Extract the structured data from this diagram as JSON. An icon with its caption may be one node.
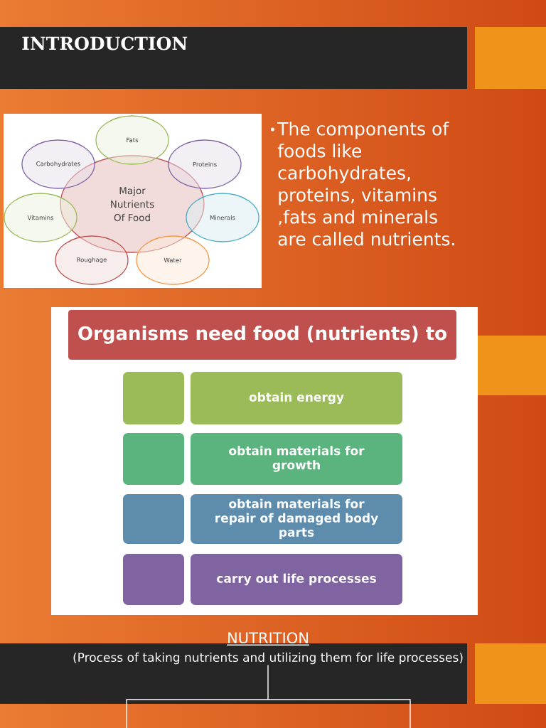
{
  "diagram": {
    "title": "INTRODUCTION",
    "nodes": [
      {
        "text": [
          "Fats"
        ]
      },
      {
        "text": [
          "Carbohydrates"
        ]
      },
      {
        "text": [
          "Proteins"
        ]
      },
      {
        "text": [
          "Major Nutrients Of Food"
        ]
      },
      {
        "text": [
          "Vitamins"
        ]
      },
      {
        "text": [
          "Minerals"
        ]
      },
      {
        "text": [
          "Roughage"
        ]
      },
      {
        "text": [
          "Water"
        ]
      },
      {
        "text": [
          "Organisms need food (nutrients) to"
        ]
      },
      {
        "text": [],
        "shape": "box"
      },
      {
        "text": [
          "obtain energy"
        ]
      },
      {
        "text": [],
        "shape": "box"
      },
      {
        "text": [
          "obtain materials for growth"
        ]
      },
      {
        "text": [],
        "shape": "box"
      },
      {
        "text": [
          "obtain materials for repair of damaged body parts"
        ]
      },
      {
        "text": [],
        "shape": "box"
      },
      {
        "text": [
          "carry out life processes"
        ]
      },
      {
        "text": [
          "NUTRITION",
          "(Process of taking nutrients and utilizing them for life processes)"
        ]
      }
    ],
    "edges": [
      {
        "from": 17,
        "to": null,
        "arrow": "none"
      },
      {
        "from": 17,
        "to": null,
        "arrow": "none"
      }
    ],
    "labels": [
      "The components of foods like carbohydrates, proteins, vitamins ,fats and minerals are called nutrients."
    ]
  }
}
